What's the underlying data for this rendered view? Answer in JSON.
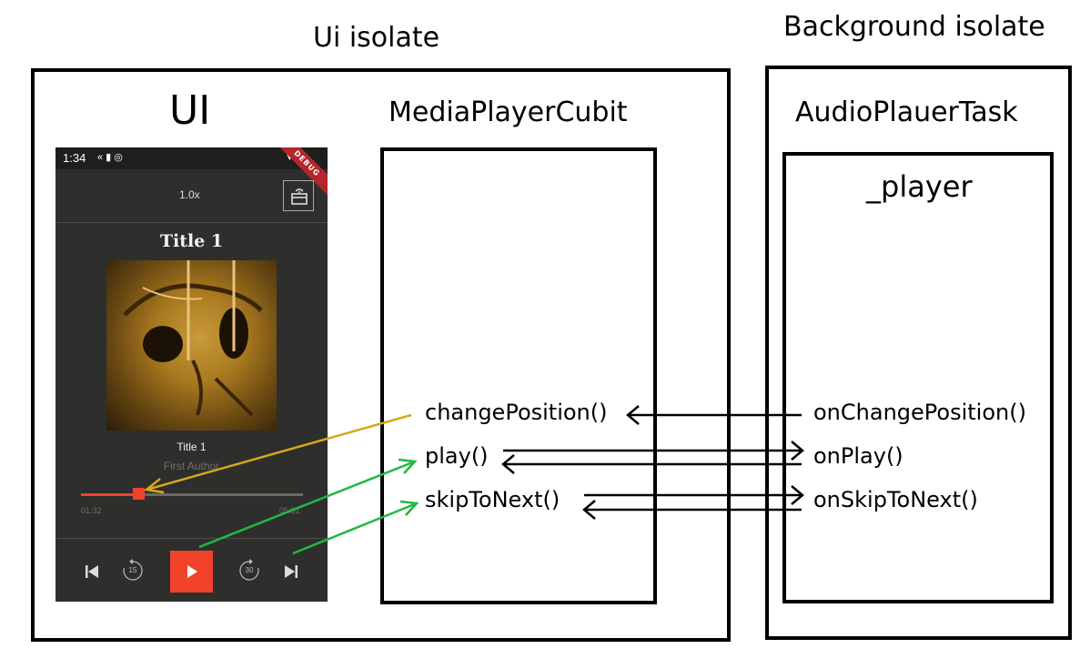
{
  "isolates": {
    "ui_title": "Ui isolate",
    "background_title": "Background isolate"
  },
  "ui_column": {
    "title": "UI"
  },
  "cubit": {
    "title": "MediaPlayerCubit",
    "methods": [
      "changePosition()",
      "play()",
      "skipToNext()"
    ]
  },
  "task": {
    "title": "AudioPlauerTask",
    "inner_title": "_player",
    "methods": [
      "onChangePosition()",
      "onPlay()",
      "onSkipToNext()"
    ]
  },
  "phone": {
    "status_time": "1:34",
    "speed": "1.0x",
    "header_title": "Title 1",
    "track_title": "Title 1",
    "track_author": "First Author",
    "elapsed": "01:32",
    "duration": "05:51",
    "progress": 0.26,
    "rewind_label": "15",
    "forward_label": "30",
    "debug_banner": "DEBUG",
    "accent_color": "#f0432a"
  },
  "arrow_colors": {
    "seek": "#d4a820",
    "control": "#22b844",
    "sync": "#000000"
  }
}
